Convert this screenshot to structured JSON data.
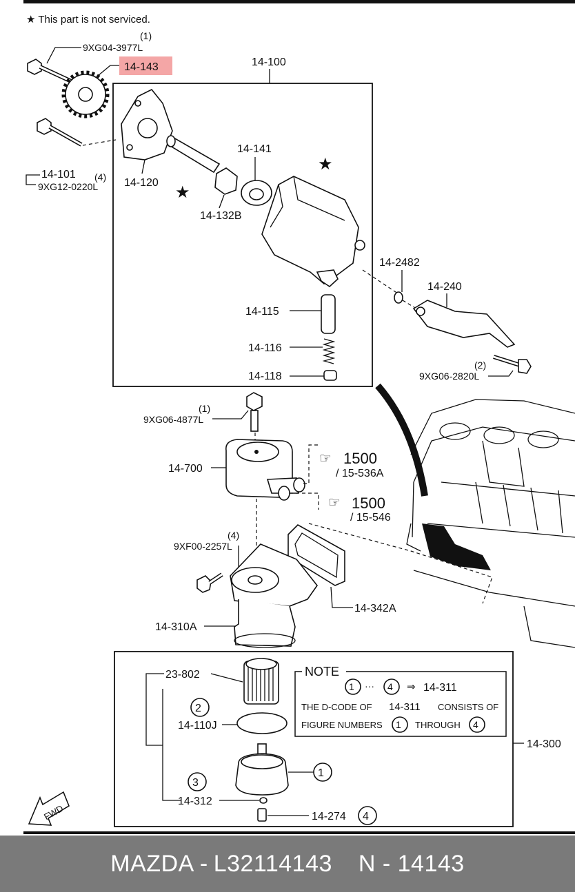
{
  "header_note": "★ This part is not serviced.",
  "callouts": {
    "bolt_top": "9XG04-3977L",
    "bolt_top_qty": "(1)",
    "gear": "14-143",
    "pump_assy": "14-100",
    "bolt_left": "14-101",
    "bolt_left_qty": "(4)",
    "bolt_left_code": "9XG12-0220L",
    "cover": "14-120",
    "rotor": "14-141",
    "shaft": "14-132B",
    "oring_small": "14-2482",
    "strainer": "14-240",
    "bolt_strainer_qty": "(2)",
    "bolt_strainer": "9XG06-2820L",
    "plunger": "14-115",
    "spring": "14-116",
    "plug": "14-118",
    "bolt_cooler_qty": "(1)",
    "bolt_cooler": "9XG06-4877L",
    "cooler": "14-700",
    "hose1_num": "1500",
    "hose1_ref": "/ 15-536A",
    "hose2_num": "1500",
    "hose2_ref": "/ 15-546",
    "bolt_body_qty": "(4)",
    "bolt_body": "9XF00-2257L",
    "gasket": "14-342A",
    "filter_body": "14-310A",
    "element": "23-802",
    "oring_big": "14-110J",
    "oring_tiny": "14-312",
    "drain": "14-274",
    "filter_assy": "14-300",
    "fwd": "FWD"
  },
  "note_box": {
    "title": "NOTE",
    "range_from": "1",
    "range_sep": "···",
    "range_to": "4",
    "arrow": "⇒",
    "range_code": "14-311",
    "line1_a": "THE D-CODE OF",
    "line1_b": "14-311",
    "line1_c": "CONSISTS OF",
    "line2_a": "FIGURE NUMBERS",
    "line2_num1": "1",
    "line2_b": "THROUGH",
    "line2_num2": "4"
  },
  "circled": {
    "c1": "1",
    "c2": "2",
    "c3": "3",
    "c4": "4"
  },
  "footer": {
    "brand": "MAZDA -",
    "part_number": "L32114143",
    "sep": "N - 14143"
  },
  "colors": {
    "highlight": "#f4a6a6",
    "footer_bg": "#7a7a7a",
    "ink": "#111111"
  }
}
